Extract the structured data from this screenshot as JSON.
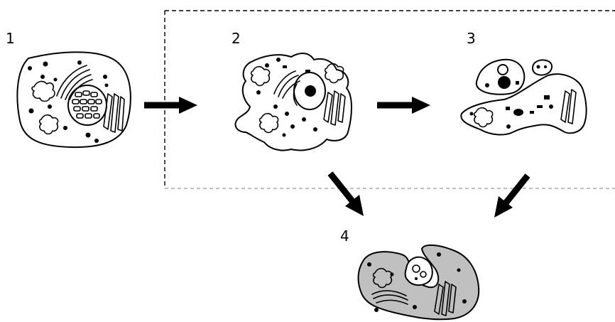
{
  "labels": {
    "cell1": "1",
    "cell2": "2",
    "cell3": "3",
    "cell4": "4"
  },
  "colors": {
    "outline": "#000000",
    "cytoplasm": "#ffffff",
    "engulfing_cell": "#c0c0c0",
    "dashed_box": "#555555"
  }
}
